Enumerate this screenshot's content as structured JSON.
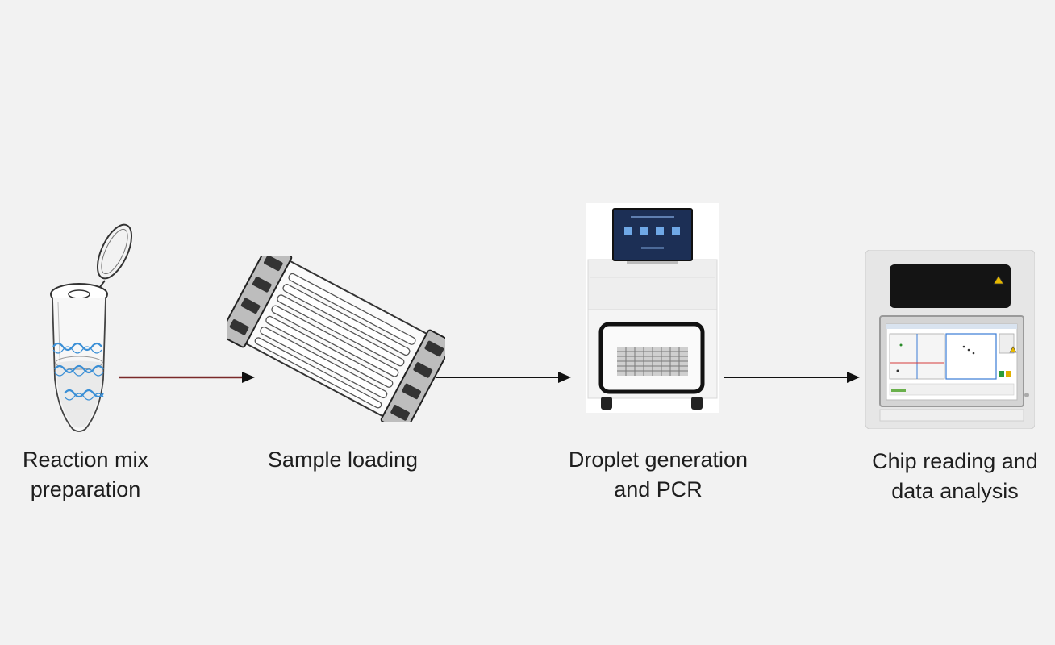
{
  "steps": [
    {
      "line1": "Reaction mix",
      "line2": "preparation",
      "icon": "microtube-icon"
    },
    {
      "line1": "Sample loading",
      "line2": "",
      "icon": "chip-cartridge-icon"
    },
    {
      "line1": "Droplet generation",
      "line2": "and PCR",
      "icon": "droplet-generator-instrument-icon"
    },
    {
      "line1": "Chip reading and",
      "line2": "data analysis",
      "icon": "chip-reader-instrument-icon"
    }
  ],
  "colors": {
    "background": "#f2f2f2",
    "first_arrow": "#7a2a2a",
    "arrow": "#111111",
    "dna_strand": "#3a8fd6",
    "screen": "#1c2f55"
  }
}
